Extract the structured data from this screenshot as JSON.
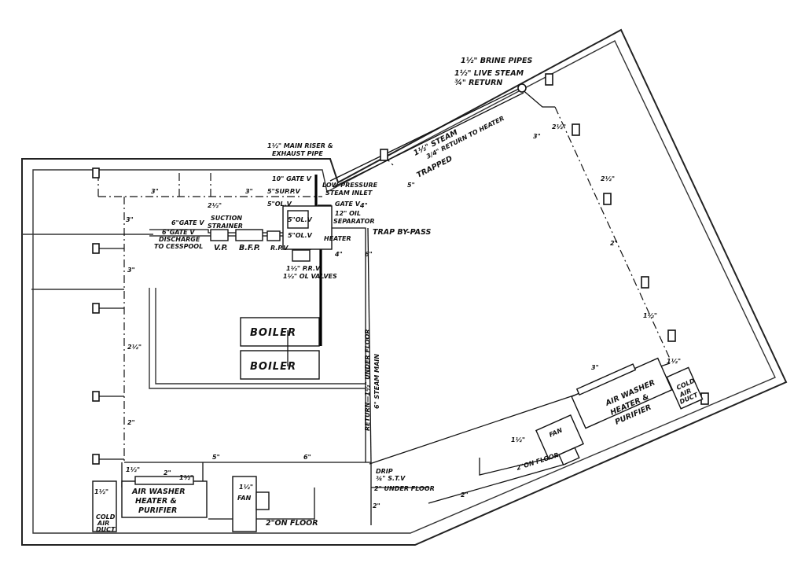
{
  "labels": {
    "brine_pipes": "1½\" BRINE PIPES",
    "live_steam": "1½\" LIVE STEAM",
    "return_top": "¾\" RETURN",
    "main_riser_1": "1½\" MAIN RISER &",
    "main_riser_2": "EXHAUST PIPE",
    "steam_top": "1½\" STEAM",
    "return_to_heater": "3/4\" RETURN TO HEATER",
    "trapped": "TRAPPED",
    "gate_v_10": "10\" GATE V",
    "low_pressure": "LOW PRESSURE",
    "steam_inlet": "STEAM INLET",
    "sup_pr_v": "5\"SUP.P.V",
    "ol_v_5a": "5\"OL.V",
    "gate_v": "GATE V",
    "ol_v_5b": "5\"OL.V",
    "oil_separator_1": "12\" OIL",
    "oil_separator_2": "SEPARATOR",
    "ol_v_small": "5\"OL.V",
    "heater": "HEATER",
    "trap_by_pass": "TRAP BY-PASS",
    "gate_v_6": "6\"GATE V",
    "suction_1": "SUCTION",
    "suction_2": "STRAINER",
    "discharge_1": "6\"GATE V",
    "discharge_2": "DISCHARGE",
    "discharge_3": "TO CESSPOOL",
    "vp": "V.P.",
    "bfp": "B.F.P.",
    "rpv": "R.P.V",
    "prv": "1½\" P.R.V",
    "ol_valves": "1½\" OL VALVES",
    "boiler_1": "BOILER",
    "boiler_2": "BOILER",
    "return_vertical": "RETURN—1½\" UNDER FLOOR",
    "steam_main": "6\" STEAM MAIN",
    "drip_1": "DRIP",
    "drip_2": "¾\" S.T.V",
    "under_floor": "2\" UNDER FLOOR",
    "on_floor_left": "2\"ON FLOOR",
    "on_floor_right": "2\"ON FLOOR",
    "aw_left_1": "AIR WASHER",
    "aw_left_2": "HEATER &",
    "aw_left_3": "PURIFIER",
    "aw_right_1": "AIR WASHER",
    "aw_right_2": "HEATER &",
    "aw_right_3": "PURIFIER",
    "fan_left": "FAN",
    "fan_right": "FAN",
    "cold_air_left_1": "COLD",
    "cold_air_left_2": "AIR",
    "cold_air_left_3": "DUCT",
    "cold_air_right_1": "COLD",
    "cold_air_right_2": "AIR",
    "cold_air_right_3": "DUCT",
    "dim_3a": "3\"",
    "dim_3b": "3\"",
    "dim_3c": "3\"",
    "dim_3d": "3\"",
    "dim_2h_a": "2½\"",
    "dim_2h_b": "2½\"",
    "dim_2a": "2\"",
    "dim_1h_a": "1½\"",
    "dim_1h_b": "1½\"",
    "dim_1h_c": "1½\"",
    "dim_1h_d": "1½\"",
    "dim_1h_e": "1½\"",
    "dim_2b": "2\"",
    "dim_2c": "2\"",
    "dim_2d": "2\"",
    "dim_2e": "2\"",
    "dim_2h_c": "2½\"",
    "dim_2h_d": "2½\"",
    "dim_3e": "3\"",
    "dim_3f": "3\"",
    "dim_4a": "4\"",
    "dim_4b": "4\"",
    "dim_5a": "5\"",
    "dim_5b": "5\"",
    "dim_6a": "6\"",
    "dim_6b": "6\"",
    "dim_12a": "1½\"",
    "dim_12b": "1½\""
  }
}
